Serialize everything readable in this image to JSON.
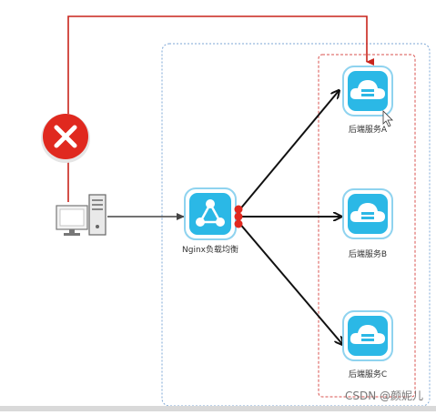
{
  "nodes": {
    "nginx": {
      "label": "Nginx负载均衡",
      "icon": "load-balancer-icon"
    },
    "service_a": {
      "label": "后端服务A",
      "icon": "cloud-server-icon"
    },
    "service_b": {
      "label": "后端服务B",
      "icon": "cloud-server-icon"
    },
    "service_c": {
      "label": "后端服务C",
      "icon": "cloud-server-icon"
    },
    "client": {
      "icon": "desktop-computer-icon"
    }
  },
  "blocked_indicator": {
    "icon": "error-x-icon"
  },
  "watermark": "CSDN @颜妮儿",
  "colors": {
    "error_red": "#e0291f",
    "connector_red": "#c8241c",
    "container_border": "#7da7d6",
    "group_border": "#d9534f",
    "icon_fill": "#2bb8e6",
    "icon_frame": "#8fd3ef",
    "arrow": "#111111"
  }
}
